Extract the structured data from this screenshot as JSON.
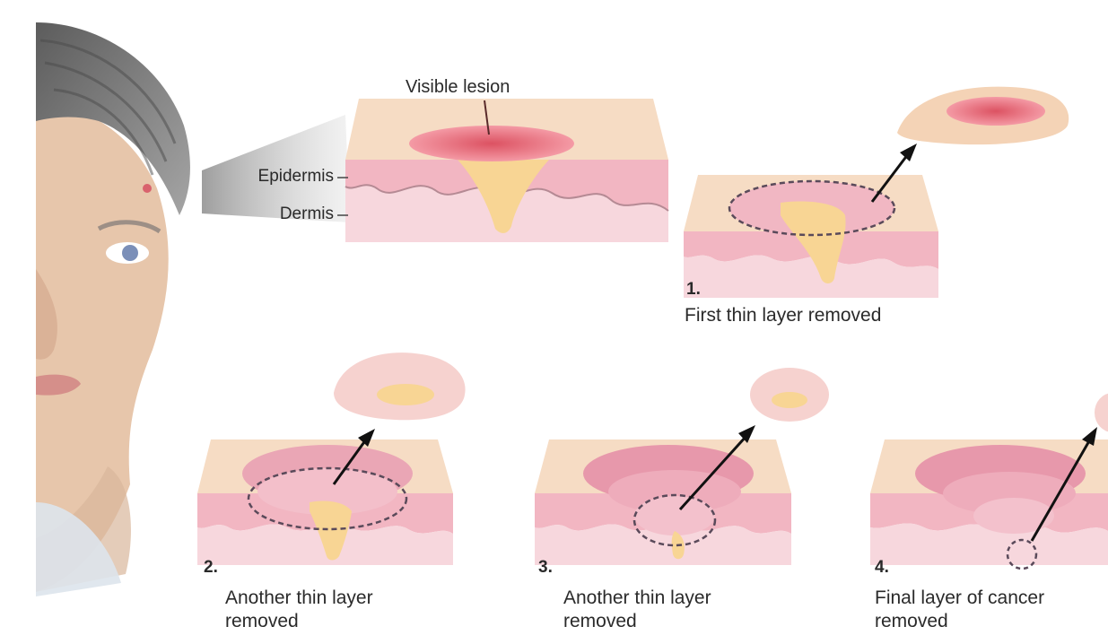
{
  "labels": {
    "visible_lesion": "Visible lesion",
    "epidermis": "Epidermis",
    "dermis": "Dermis"
  },
  "steps": [
    {
      "number": "1.",
      "caption_line1": "First thin layer removed",
      "caption_line2": ""
    },
    {
      "number": "2.",
      "caption_line1": "Another thin layer",
      "caption_line2": "removed"
    },
    {
      "number": "3.",
      "caption_line1": "Another thin layer",
      "caption_line2": "removed"
    },
    {
      "number": "4.",
      "caption_line1": "Final layer of cancer",
      "caption_line2": "removed"
    }
  ],
  "colors": {
    "skin_top": "#f6dcc4",
    "epidermis": "#f2b9c4",
    "dermis": "#f7d9de",
    "lesion": "#e96f7c",
    "tumor": "#f8d38f",
    "hair": "#7d7d7d",
    "face": "#e8c3a6"
  }
}
